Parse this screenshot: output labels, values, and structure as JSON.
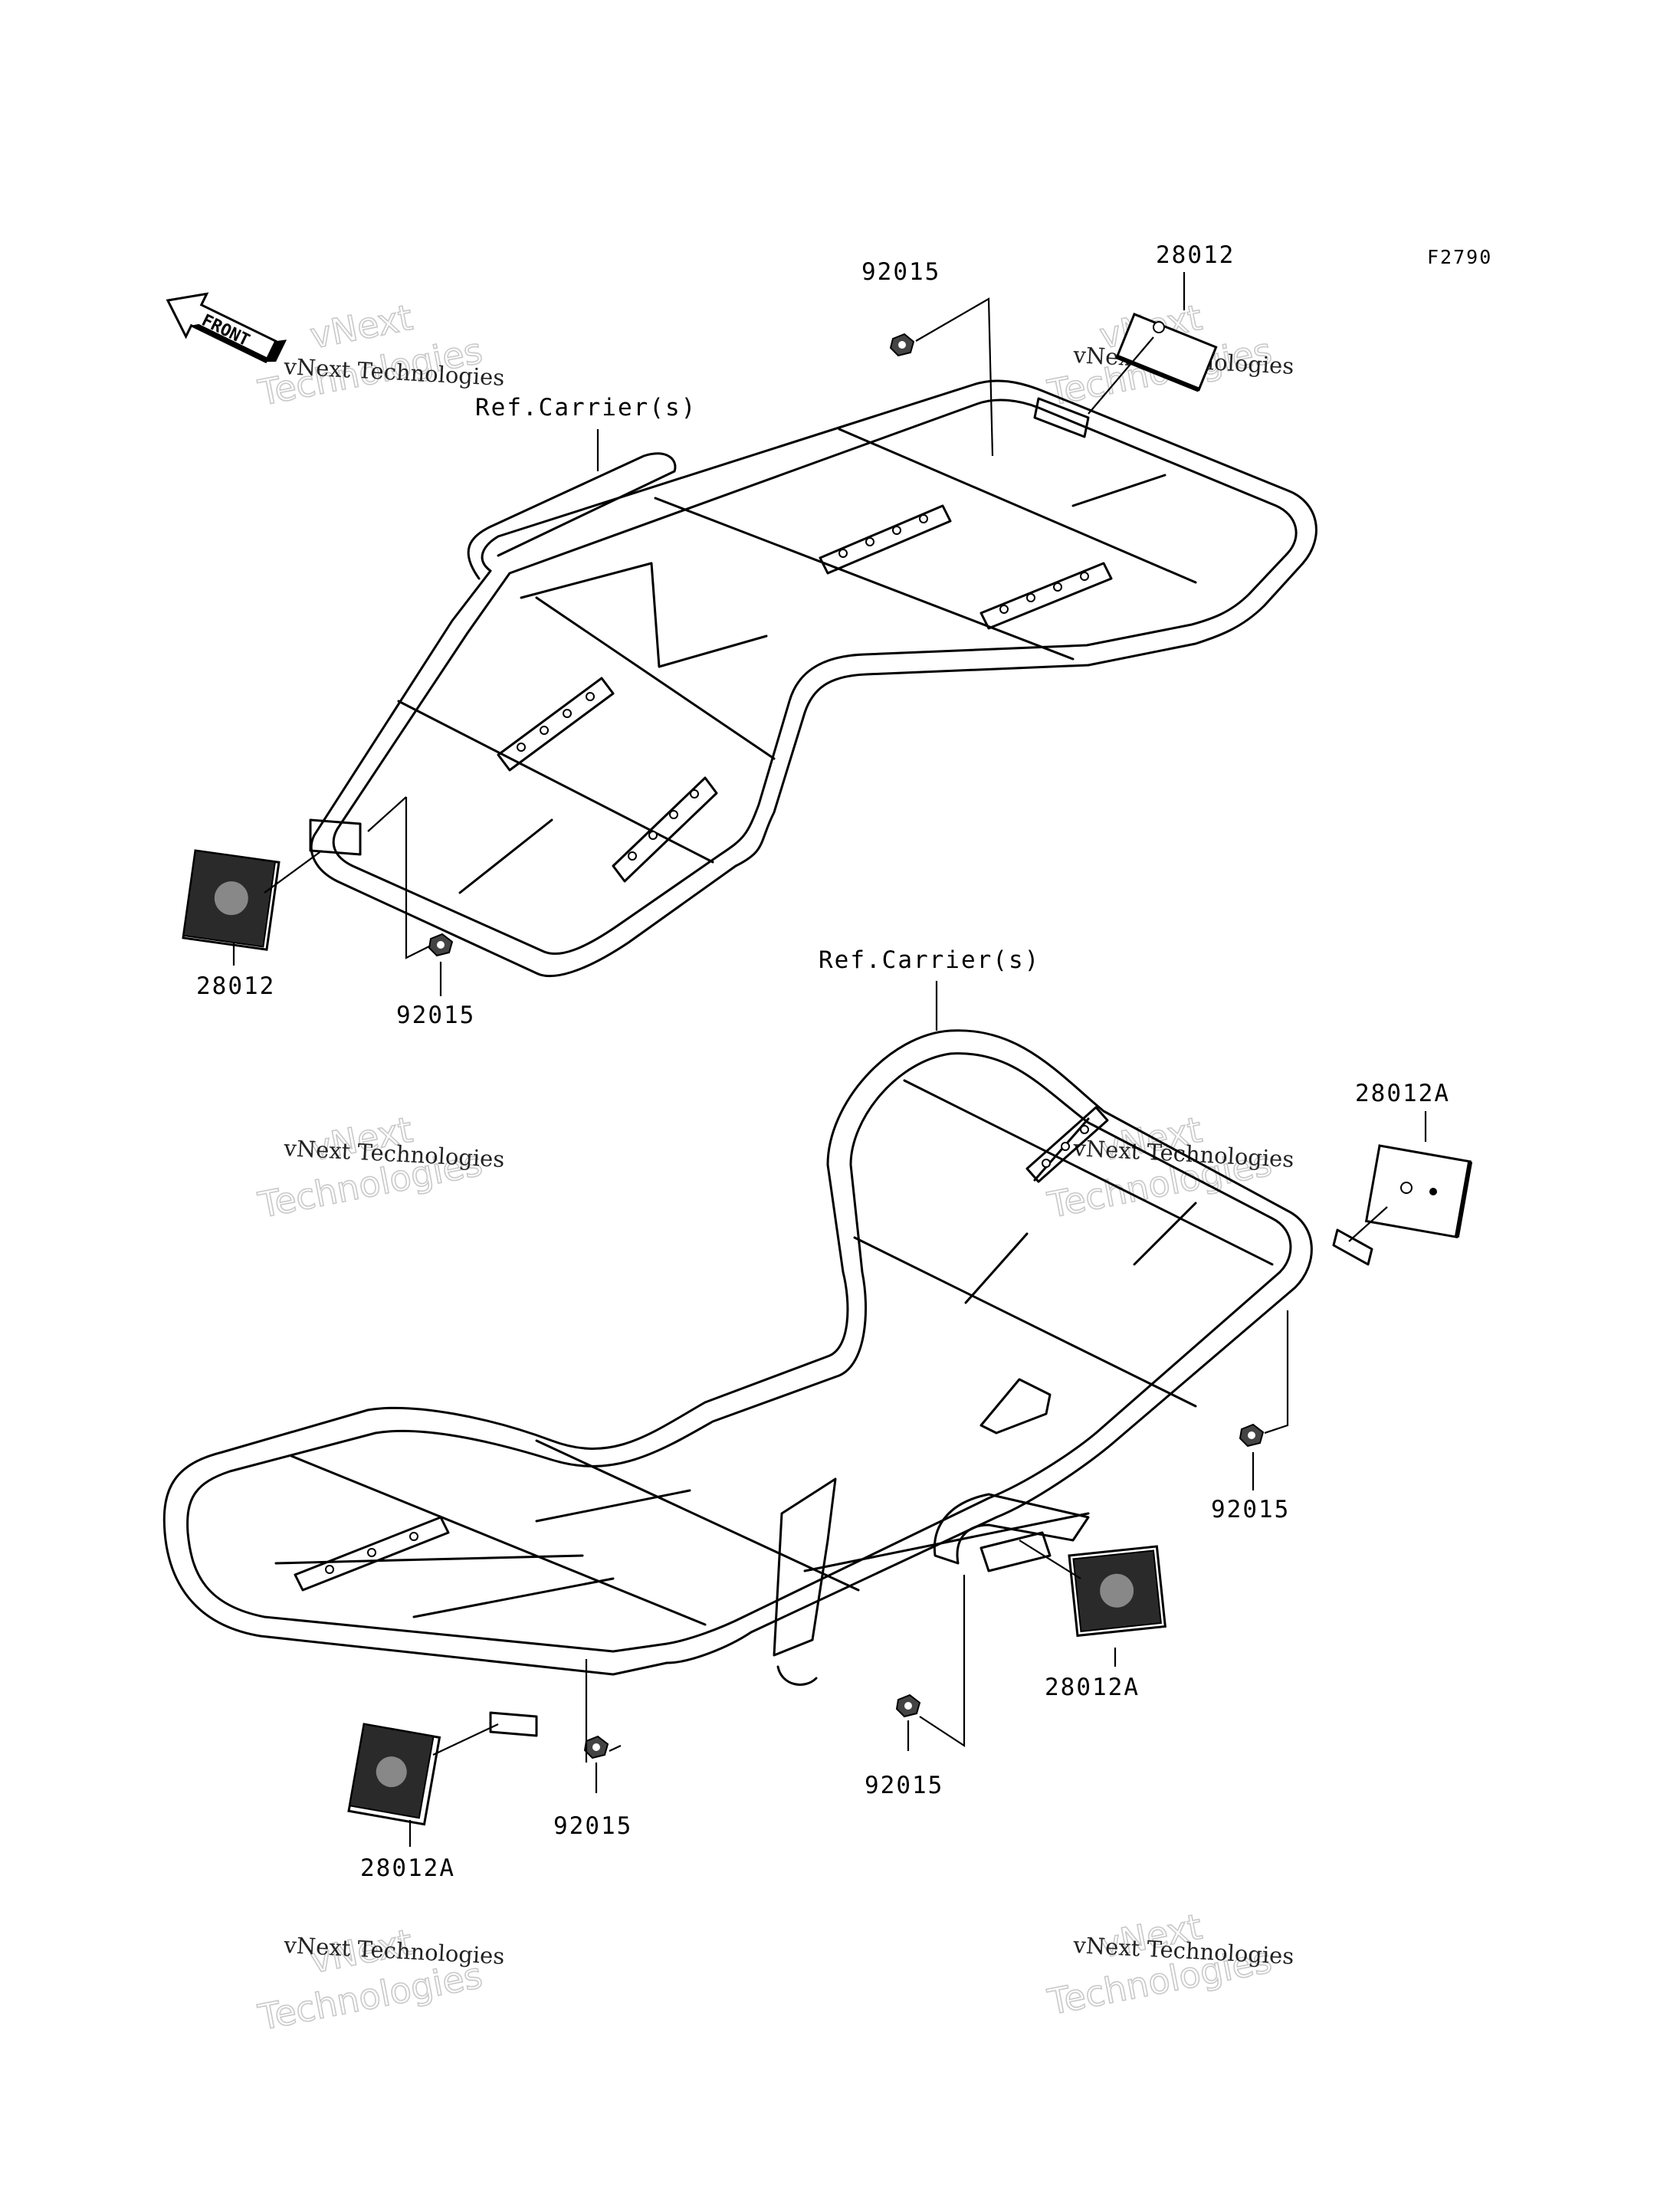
{
  "figure_code": "F2790",
  "front_label": "FRONT",
  "watermark": {
    "line_small": "vNext Technologies",
    "line_big_1": "vNext",
    "line_big_2": "Technologies"
  },
  "upper_carrier": {
    "ref_label": "Ref.Carrier(s)",
    "parts": {
      "reflector_top_right": "28012",
      "nut_top": "92015",
      "reflector_left": "28012",
      "nut_left": "92015"
    }
  },
  "lower_carrier": {
    "ref_label": "Ref.Carrier(s)",
    "parts": {
      "reflector_right_top": "28012A",
      "nut_right": "92015",
      "reflector_right_bottom": "28012A",
      "nut_center": "92015",
      "reflector_left_bottom": "28012A",
      "nut_left_bottom": "92015"
    }
  }
}
